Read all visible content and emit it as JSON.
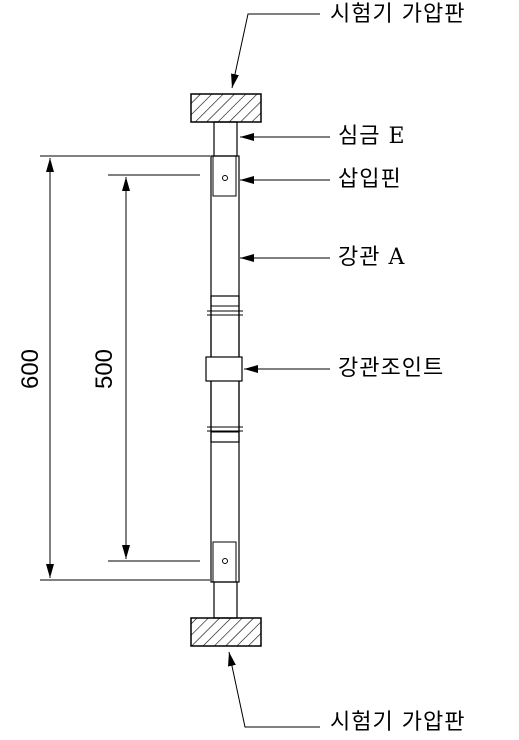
{
  "labels": {
    "top_plate": "시험기 가압판",
    "core": "심금 E",
    "pin": "삽입핀",
    "pipe": "강관 A",
    "joint": "강관조인트",
    "bottom_plate": "시험기 가압판"
  },
  "dimensions": {
    "outer": "600",
    "inner": "500"
  },
  "colors": {
    "line": "#000000",
    "background": "#ffffff"
  }
}
